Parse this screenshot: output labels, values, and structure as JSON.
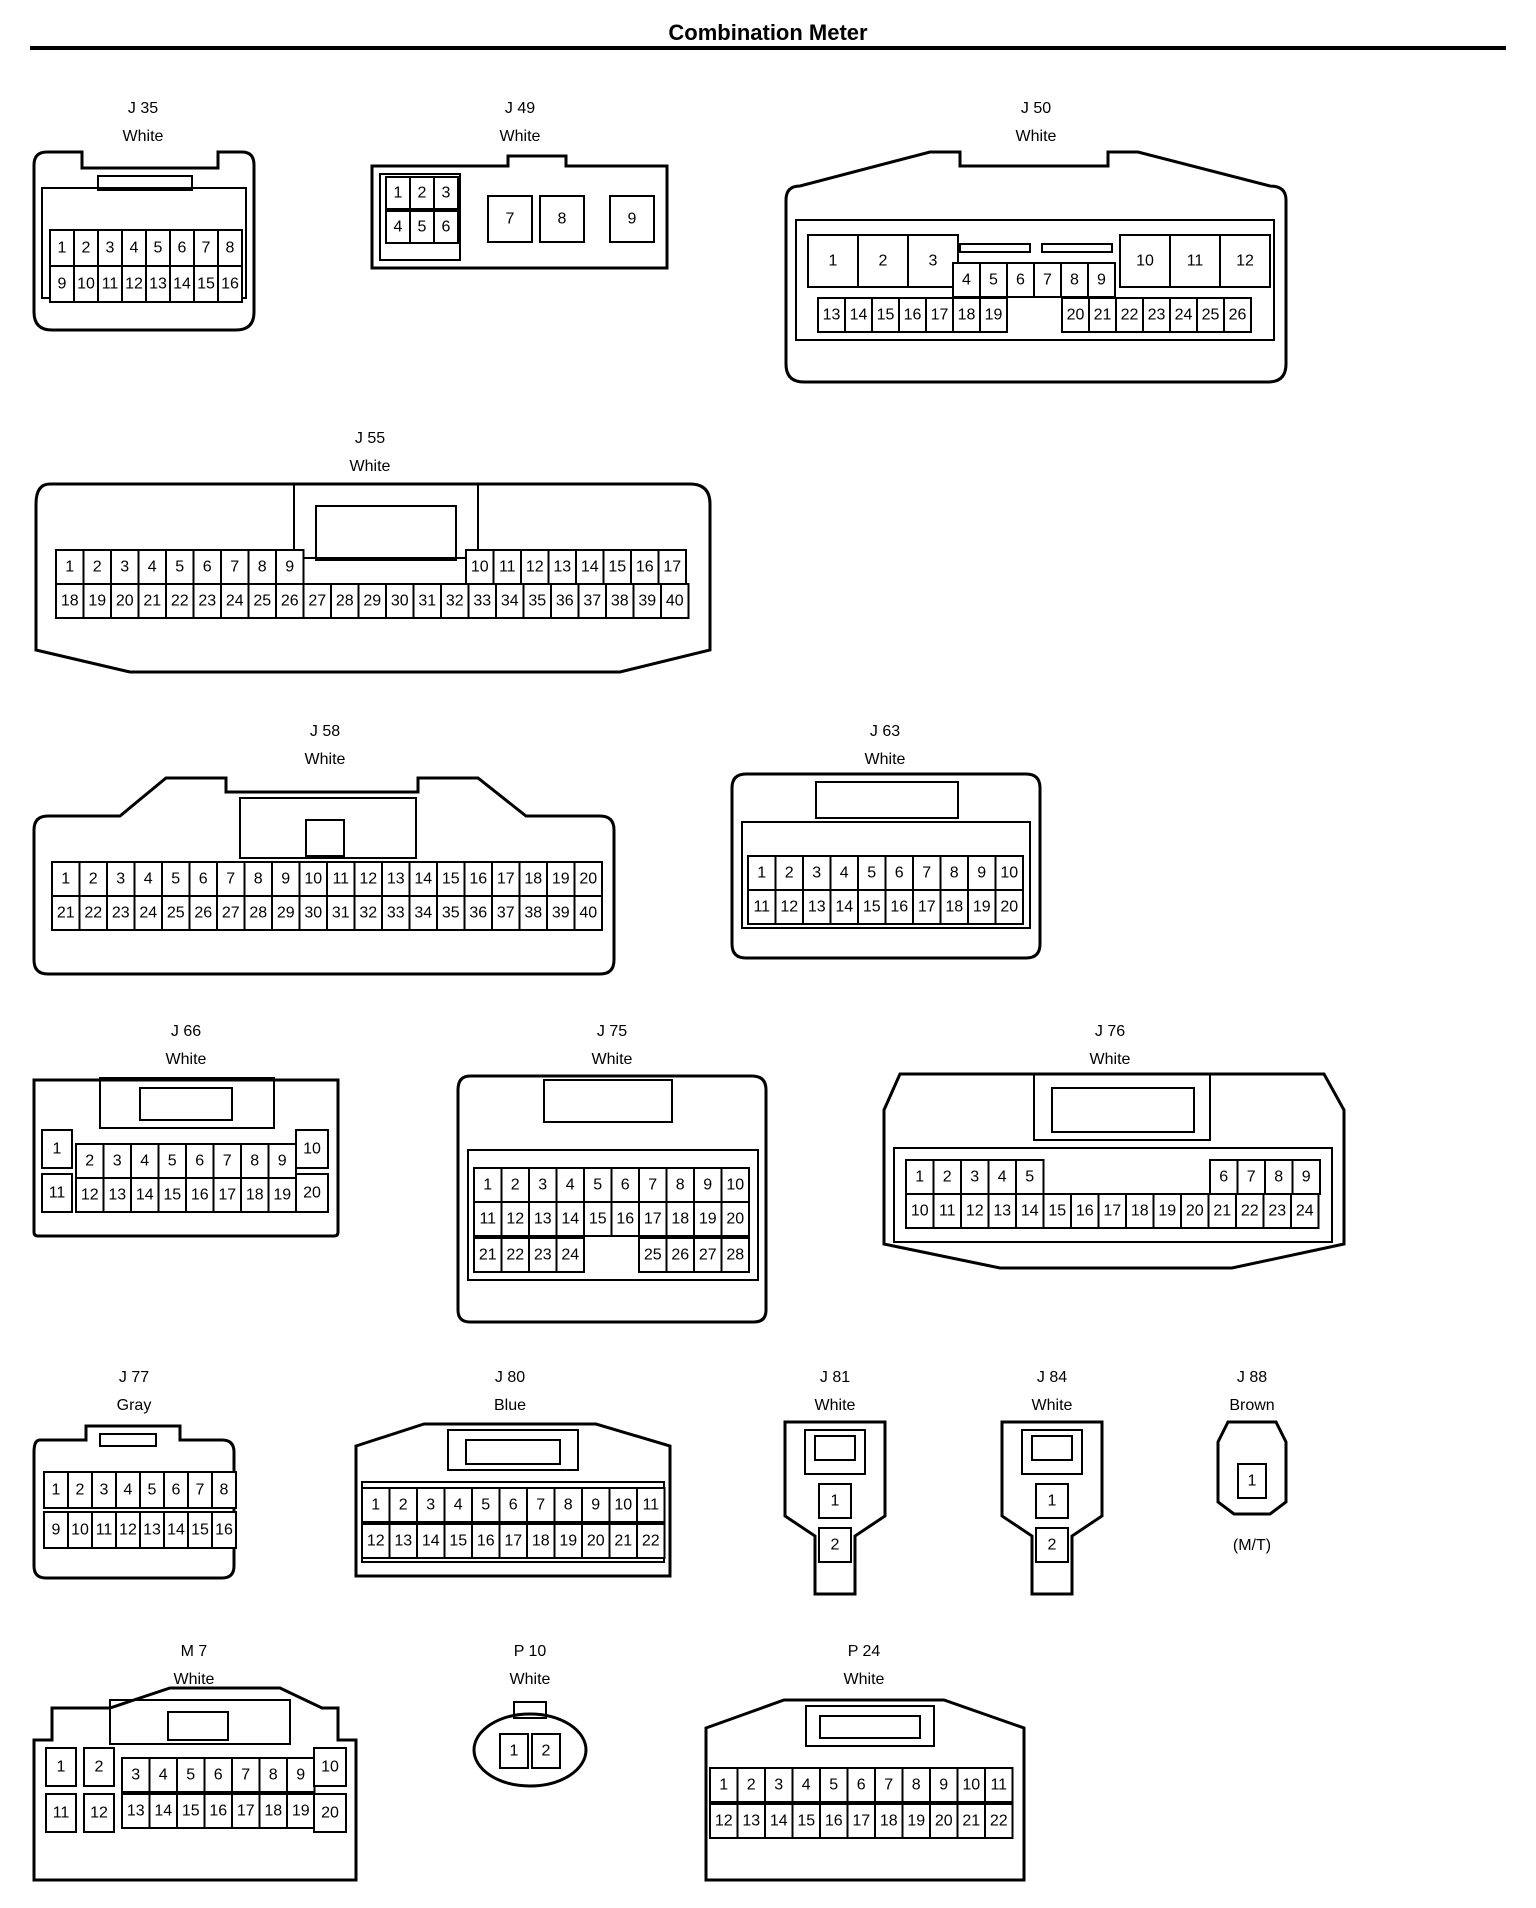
{
  "title": "Combination Meter",
  "connectors": [
    {
      "id": "J 35",
      "color": "White",
      "pins": [
        "1",
        "2",
        "3",
        "4",
        "5",
        "6",
        "7",
        "8",
        "9",
        "10",
        "11",
        "12",
        "13",
        "14",
        "15",
        "16"
      ]
    },
    {
      "id": "J 49",
      "color": "White",
      "pins": [
        "1",
        "2",
        "3",
        "4",
        "5",
        "6",
        "7",
        "8",
        "9"
      ]
    },
    {
      "id": "J 50",
      "color": "White",
      "pins": [
        "1",
        "2",
        "3",
        "4",
        "5",
        "6",
        "7",
        "8",
        "9",
        "10",
        "11",
        "12",
        "13",
        "14",
        "15",
        "16",
        "17",
        "18",
        "19",
        "20",
        "21",
        "22",
        "23",
        "24",
        "25",
        "26"
      ]
    },
    {
      "id": "J 55",
      "color": "White",
      "pins": [
        "1",
        "2",
        "3",
        "4",
        "5",
        "6",
        "7",
        "8",
        "9",
        "10",
        "11",
        "12",
        "13",
        "14",
        "15",
        "16",
        "17",
        "18",
        "19",
        "20",
        "21",
        "22",
        "23",
        "24",
        "25",
        "26",
        "27",
        "28",
        "29",
        "30",
        "31",
        "32",
        "33",
        "34",
        "35",
        "36",
        "37",
        "38",
        "39",
        "40"
      ]
    },
    {
      "id": "J 58",
      "color": "White",
      "pins": [
        "1",
        "2",
        "3",
        "4",
        "5",
        "6",
        "7",
        "8",
        "9",
        "10",
        "11",
        "12",
        "13",
        "14",
        "15",
        "16",
        "17",
        "18",
        "19",
        "20",
        "21",
        "22",
        "23",
        "24",
        "25",
        "26",
        "27",
        "28",
        "29",
        "30",
        "31",
        "32",
        "33",
        "34",
        "35",
        "36",
        "37",
        "38",
        "39",
        "40"
      ]
    },
    {
      "id": "J 63",
      "color": "White",
      "pins": [
        "1",
        "2",
        "3",
        "4",
        "5",
        "6",
        "7",
        "8",
        "9",
        "10",
        "11",
        "12",
        "13",
        "14",
        "15",
        "16",
        "17",
        "18",
        "19",
        "20"
      ]
    },
    {
      "id": "J 66",
      "color": "White",
      "pins": [
        "1",
        "2",
        "3",
        "4",
        "5",
        "6",
        "7",
        "8",
        "9",
        "10",
        "11",
        "12",
        "13",
        "14",
        "15",
        "16",
        "17",
        "18",
        "19",
        "20"
      ]
    },
    {
      "id": "J 75",
      "color": "White",
      "pins": [
        "1",
        "2",
        "3",
        "4",
        "5",
        "6",
        "7",
        "8",
        "9",
        "10",
        "11",
        "12",
        "13",
        "14",
        "15",
        "16",
        "17",
        "18",
        "19",
        "20",
        "21",
        "22",
        "23",
        "24",
        "25",
        "26",
        "27",
        "28"
      ]
    },
    {
      "id": "J 76",
      "color": "White",
      "pins": [
        "1",
        "2",
        "3",
        "4",
        "5",
        "6",
        "7",
        "8",
        "9",
        "10",
        "11",
        "12",
        "13",
        "14",
        "15",
        "16",
        "17",
        "18",
        "19",
        "20",
        "21",
        "22",
        "23",
        "24"
      ]
    },
    {
      "id": "J 77",
      "color": "Gray",
      "pins": [
        "1",
        "2",
        "3",
        "4",
        "5",
        "6",
        "7",
        "8",
        "9",
        "10",
        "11",
        "12",
        "13",
        "14",
        "15",
        "16"
      ]
    },
    {
      "id": "J 80",
      "color": "Blue",
      "pins": [
        "1",
        "2",
        "3",
        "4",
        "5",
        "6",
        "7",
        "8",
        "9",
        "10",
        "11",
        "12",
        "13",
        "14",
        "15",
        "16",
        "17",
        "18",
        "19",
        "20",
        "21",
        "22"
      ]
    },
    {
      "id": "J 81",
      "color": "White",
      "pins": [
        "1",
        "2"
      ]
    },
    {
      "id": "J 84",
      "color": "White",
      "pins": [
        "1",
        "2"
      ]
    },
    {
      "id": "J 88",
      "color": "Brown",
      "pins": [
        "1"
      ],
      "note": "(M/T)"
    },
    {
      "id": "M 7",
      "color": "White",
      "pins": [
        "1",
        "2",
        "3",
        "4",
        "5",
        "6",
        "7",
        "8",
        "9",
        "10",
        "11",
        "12",
        "13",
        "14",
        "15",
        "16",
        "17",
        "18",
        "19",
        "20"
      ]
    },
    {
      "id": "P 10",
      "color": "White",
      "pins": [
        "1",
        "2"
      ]
    },
    {
      "id": "P 24",
      "color": "White",
      "pins": [
        "1",
        "2",
        "3",
        "4",
        "5",
        "6",
        "7",
        "8",
        "9",
        "10",
        "11",
        "12",
        "13",
        "14",
        "15",
        "16",
        "17",
        "18",
        "19",
        "20",
        "21",
        "22"
      ]
    }
  ]
}
